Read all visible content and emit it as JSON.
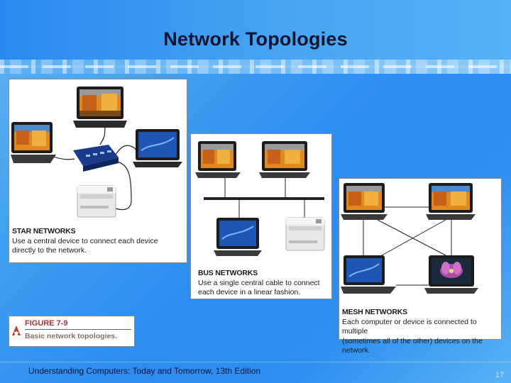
{
  "slide": {
    "title": "Network Topologies",
    "footer": "Understanding Computers: Today and Tomorrow, 13th Edition",
    "page_number": "17"
  },
  "star": {
    "heading": "STAR NETWORKS",
    "desc_line1": "Use a central device to connect each device",
    "desc_line2": "directly to the network."
  },
  "bus": {
    "heading": "BUS NETWORKS",
    "desc_line1": "Use a single central cable to connect",
    "desc_line2": "each device in a linear fashion."
  },
  "mesh": {
    "heading": "MESH NETWORKS",
    "desc_line1": "Each computer or device is connected to multiple",
    "desc_line2": "(sometimes all of the other) devices on the network."
  },
  "figure": {
    "label": "FIGURE 7-9",
    "description": "Basic network topologies."
  },
  "colors": {
    "background_blue": "#2d8cf0",
    "title_text": "#0b1430",
    "figure_label": "#b03030",
    "figure_desc": "#8a7060",
    "bus_cable": "#222222",
    "autumn_orange": "#e08a1e",
    "desktop_blue": "#1f56b5",
    "desktop_purple": "#b04aa8"
  }
}
